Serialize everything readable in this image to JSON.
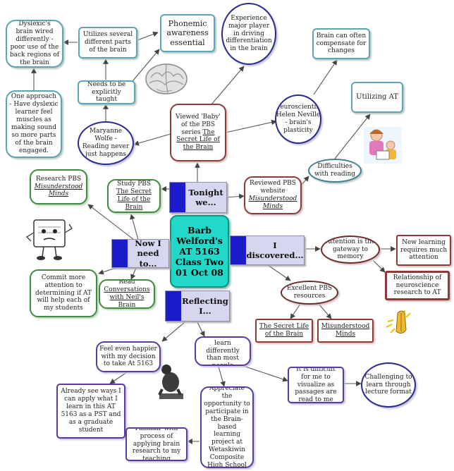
{
  "center": {
    "line1": "Barb",
    "line2": "Welford's",
    "line3": "AT 5163",
    "line4": "Class Two",
    "line5": "01 Oct 08"
  },
  "headers": {
    "tonight": {
      "line1": "Tonight",
      "line2": "we..."
    },
    "now": {
      "line1": "Now I",
      "line2": "need to..."
    },
    "discovered": {
      "line1": "I discovered..."
    },
    "reflecting": {
      "line1": "Reflecting",
      "line2": "I..."
    }
  },
  "nodes": {
    "dyslexic_brain": "Dyslexic's brain wired differently - poor use of the back regions of the brain",
    "utilizes_parts": "Utilizes several different parts of the brain",
    "phonemic": "Phonemic awareness essential",
    "experience": "Experience major player in driving differentiation in the brain",
    "one_approach": "One approach - Have dyslexic learner feel muscles as making sound so more parts of the brain engaged.",
    "explicitly_taught": "Needs to be explicitly taught",
    "maryanne": "Maryanne Wolfe - Reading never just happens",
    "viewed_baby": "Viewed 'Baby' of the PBS series",
    "viewed_baby_title": "The Secret Life of the Brain",
    "brain_compensate": "Brain can often compensate for changes",
    "neuroscientist": "Neuroscientist Helen Neville - brain's plasticity",
    "utilizing_at": "Utilizing AT",
    "difficulties": "Difficulties with reading",
    "research_pbs": "Research PBS",
    "research_pbs_title": "Misunderstood Minds",
    "study_pbs": "Study PBS",
    "study_pbs_title": "The Secret Life of the Brain",
    "reviewed_pbs": "Reviewed PBS website",
    "reviewed_pbs_title": "Misunderstood Minds",
    "attention_gateway": "Attention is the gateway to memory",
    "new_learning": "New learning requires much attention",
    "relationship": "Relationship of neuroscience research to AT",
    "excellent_pbs": "Excellent PBS resources",
    "secret_life": "The Secret Life of the Brain",
    "misunderstood": "Misunderstood Minds",
    "commit_attention": "Commit more attention to determining if AT will help each of my students",
    "read": "Read",
    "read_title": "Conversations with Neil's Brain",
    "feel_happier": "Feel even happier with my decision to take At 5163",
    "realize": "Realize that I learn differently than most people",
    "already_see": "Already see ways I can apply what I learn in this AT 5163 as a PST and as a graduate student",
    "appreciate": "Appreciate the opportunity to participate in the Brain-based learning project at Wetaskiwin Composite High School",
    "familiar": "Familiar with process of applying brain research to my teaching",
    "difficult_visualize": "It is difficult for me to visualize as passages are read to me",
    "challenging": "Challenging to learn through lecture format"
  }
}
